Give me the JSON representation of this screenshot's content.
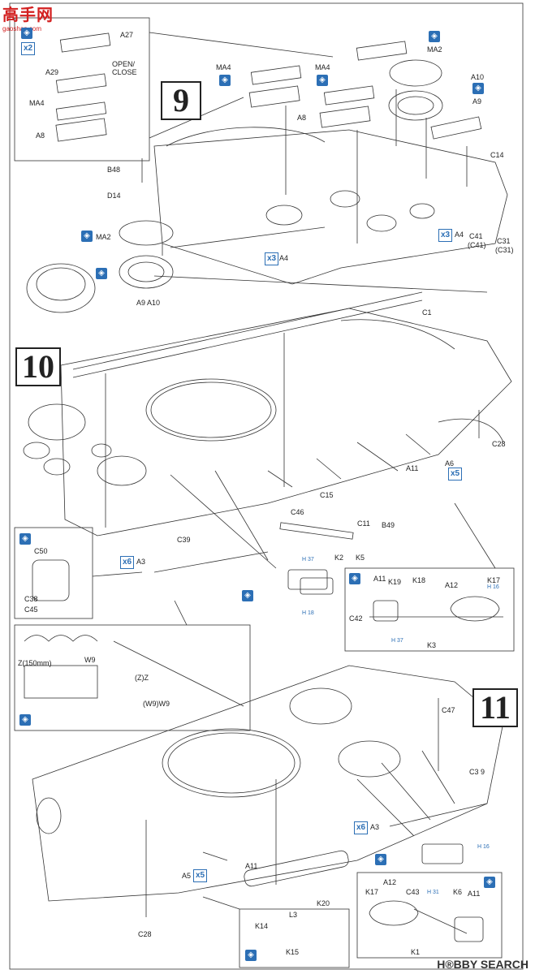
{
  "watermark": {
    "logo_text": "高手网",
    "site": "gaoshan.com",
    "brand": "H®BBY SEARCH"
  },
  "steps": {
    "s9": "9",
    "s10": "10",
    "s11": "11"
  },
  "inset9": {
    "a27": "A27",
    "open_close": "OPEN/ CLOSE",
    "a29": "A29",
    "ma4": "MA4",
    "a8": "A8",
    "x2": "x2"
  },
  "step9": {
    "b48": "B48",
    "d14": "D14",
    "ma2_left": "MA2",
    "a9_a10": "A9  A10",
    "ma4_1": "MA4",
    "ma4_2": "MA4",
    "a8": "A8",
    "ma2_right": "MA2",
    "a10": "A10",
    "a9": "A9",
    "c14": "C14",
    "c41": "C41",
    "c41p": "(C41)",
    "c31": "C31",
    "c31p": "(C31)",
    "a4_right": "A4",
    "x3_right": "x3",
    "a4_mid": "A4",
    "x3_mid": "x3",
    "c1": "C1"
  },
  "step10": {
    "c28": "C28",
    "a11": "A11",
    "a6": "A6",
    "x5": "x5",
    "c15": "C15",
    "c46": "C46",
    "c11": "C11",
    "b49": "B49",
    "k2": "K2",
    "k5": "K5",
    "c39": "C39",
    "x6": "x6",
    "a3": "A3",
    "h37": "H 37",
    "h18": "H 18",
    "c50": "C50",
    "c38": "C38",
    "c45": "C45",
    "inset_right": {
      "a11": "A11",
      "k19": "K19",
      "k18": "K18",
      "a12": "A12",
      "k17": "K17",
      "c42": "C42",
      "k3": "K3",
      "h16": "H 16",
      "h37": "H 37"
    },
    "inset_chain": {
      "z": "Z(150mm)",
      "w9": "W9",
      "zz": "(Z)Z",
      "w9w9": "(W9)W9"
    }
  },
  "step11": {
    "c47": "C47",
    "c39": "C3 9",
    "x6": "x6",
    "a3": "A3",
    "h16": "H 16",
    "a5": "A5",
    "x5": "x5",
    "a11": "A11",
    "c28": "C28",
    "k14": "K14",
    "l3": "L3",
    "k20": "K20",
    "k15": "K15",
    "inset": {
      "k17": "K17",
      "a12": "A12",
      "c43": "C43",
      "h31": "H 31",
      "k6": "K6",
      "a11": "A11",
      "k1": "K1"
    }
  }
}
